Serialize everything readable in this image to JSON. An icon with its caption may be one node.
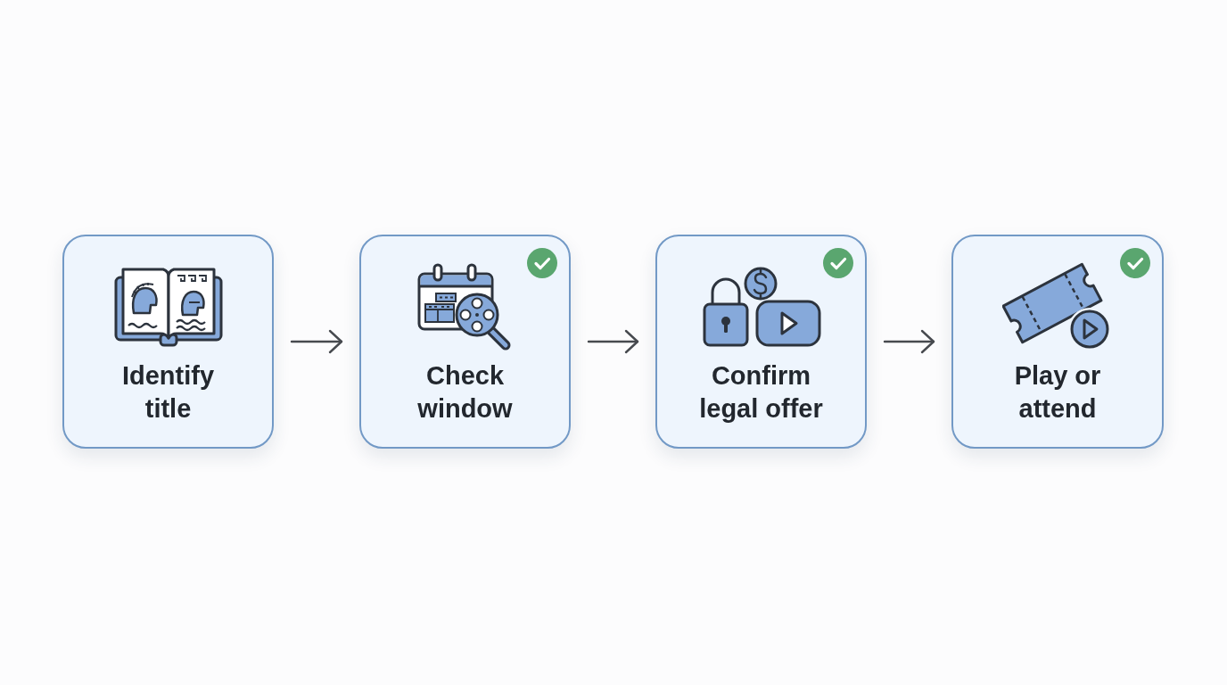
{
  "diagram": {
    "nodes": [
      {
        "text": [
          "Identify title"
        ]
      },
      {
        "text": [
          "Check window"
        ]
      },
      {
        "text": [
          "Confirm legal offer"
        ]
      },
      {
        "text": [
          "Play or attend"
        ]
      }
    ],
    "edges": [
      {
        "from": 0,
        "to": 1,
        "arrow": "to"
      },
      {
        "from": 1,
        "to": 2,
        "arrow": "to"
      },
      {
        "from": 2,
        "to": 3,
        "arrow": "to"
      }
    ]
  }
}
